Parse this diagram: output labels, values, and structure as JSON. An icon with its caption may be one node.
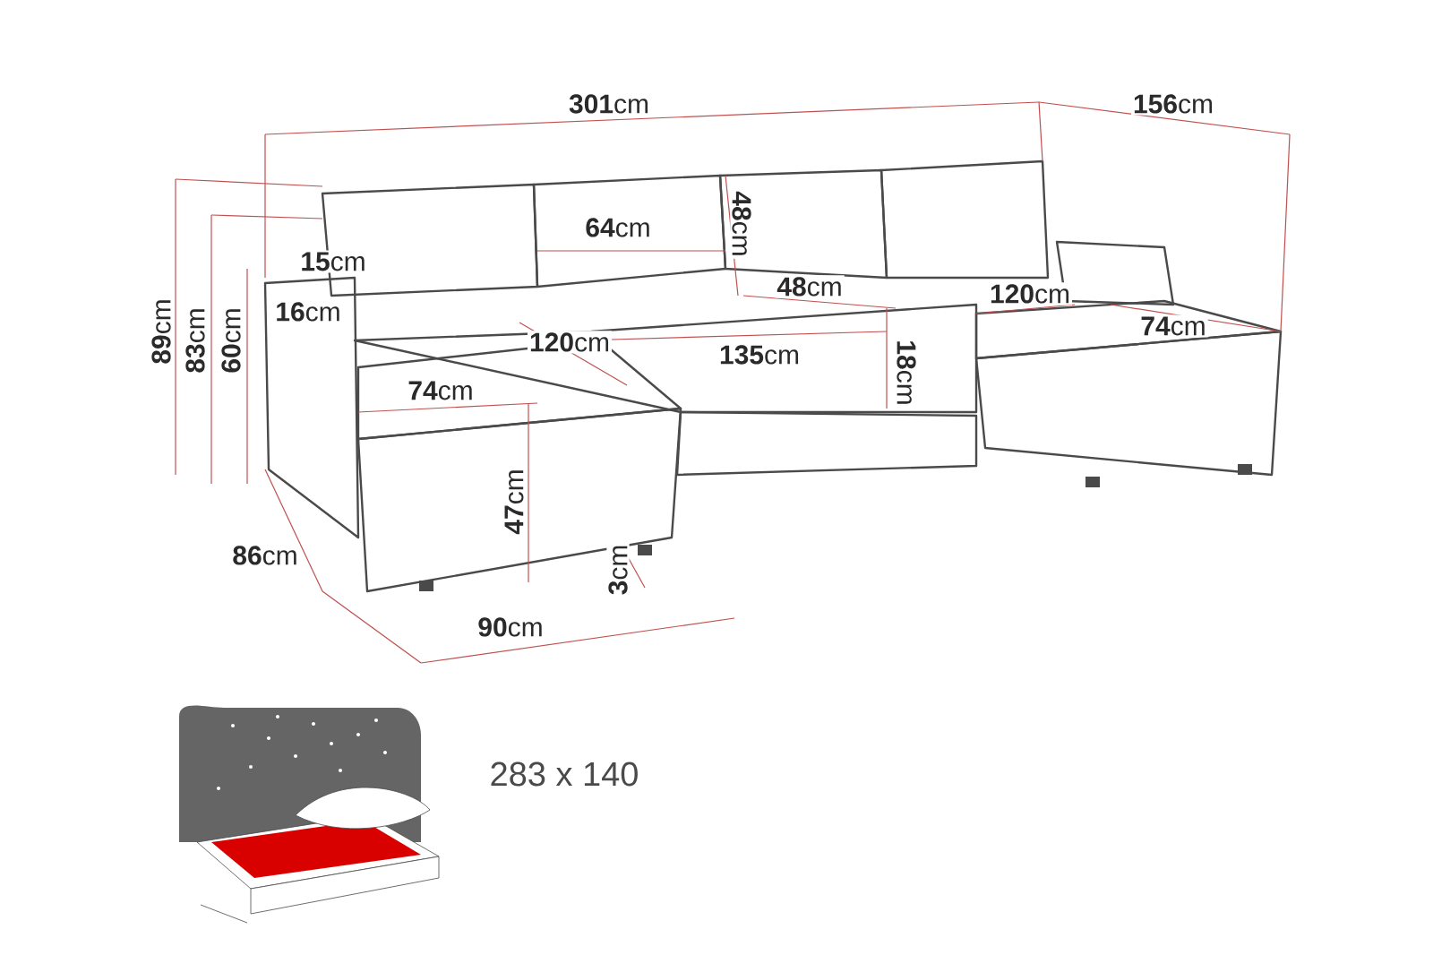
{
  "diagram": {
    "labels": [
      "**301**cm",
      "**156**cm",
      "**64**cm",
      "**48**cm",
      "**15**cm",
      "**16**cm",
      "**89**cm",
      "**83**cm",
      "**60**cm",
      "**48**cm",
      "**120**cm",
      "**74**cm",
      "**120**cm",
      "**135**cm",
      "**18**cm",
      "**74**cm",
      "**47**cm",
      "**86**cm",
      "**3**cm",
      "**90**cm",
      "283 x 140"
    ]
  }
}
